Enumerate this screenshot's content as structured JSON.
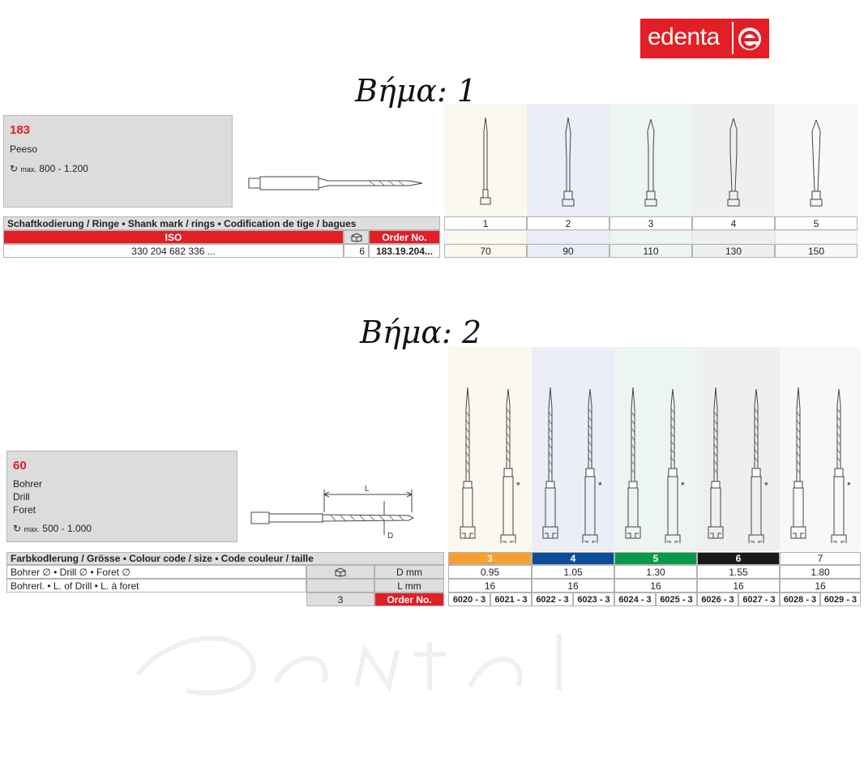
{
  "logo": {
    "text": "edenta",
    "accent": "#e31e24"
  },
  "step1": {
    "title": "Βήμα: 1",
    "product": {
      "number": "183",
      "name": "Peeso",
      "speed_prefix": "max.",
      "speed": "800 - 1.200"
    },
    "header": "Schaftkodierung / Ringe • Shank mark / rings • Codification de tige / bagues",
    "iso_label": "ISO",
    "order_label": "Order No.",
    "iso_value": "330 204 682 336 ...",
    "pack_qty": "6",
    "order_value": "183.19.204...",
    "columns": [
      {
        "ring": "1",
        "value": "70"
      },
      {
        "ring": "2",
        "value": "90"
      },
      {
        "ring": "3",
        "value": "110"
      },
      {
        "ring": "4",
        "value": "130"
      },
      {
        "ring": "5",
        "value": "150"
      }
    ]
  },
  "step2": {
    "title": "Βήμα: 2",
    "product": {
      "number": "60",
      "lines": [
        "Bohrer",
        "Drill",
        "Foret"
      ],
      "speed_prefix": "max.",
      "speed": "500 - 1.000"
    },
    "dim_L": "L",
    "dim_D": "D",
    "star": "*",
    "header": "Farbkodlerung / Grösse • Colour code / size • Code couleur / taille",
    "row_drill": "Bohrer ∅ • Drill ∅ • Foret ∅",
    "row_length": "Bohrerl. • L. of Drill • L. à foret",
    "unit_D": "D   mm",
    "unit_L": "L   mm",
    "pack_qty": "3",
    "order_label": "Order No.",
    "columns": [
      {
        "size": "3",
        "color": "#f7a032",
        "text": "#ffffff",
        "diameter": "0.95",
        "length": "16",
        "orders": [
          "6020 - 3",
          "6021 - 3"
        ]
      },
      {
        "size": "4",
        "color": "#0d4c9b",
        "text": "#ffffff",
        "diameter": "1.05",
        "length": "16",
        "orders": [
          "6022 - 3",
          "6023 - 3"
        ]
      },
      {
        "size": "5",
        "color": "#079a4a",
        "text": "#ffffff",
        "diameter": "1.30",
        "length": "16",
        "orders": [
          "6024 - 3",
          "6025 - 3"
        ]
      },
      {
        "size": "6",
        "color": "#1a1a1a",
        "text": "#ffffff",
        "diameter": "1.55",
        "length": "16",
        "orders": [
          "6026 - 3",
          "6027 - 3"
        ]
      },
      {
        "size": "7",
        "color": "#ffffff",
        "text": "#222222",
        "diameter": "1.80",
        "length": "16",
        "orders": [
          "6028 - 3",
          "6029 - 3"
        ]
      }
    ]
  }
}
